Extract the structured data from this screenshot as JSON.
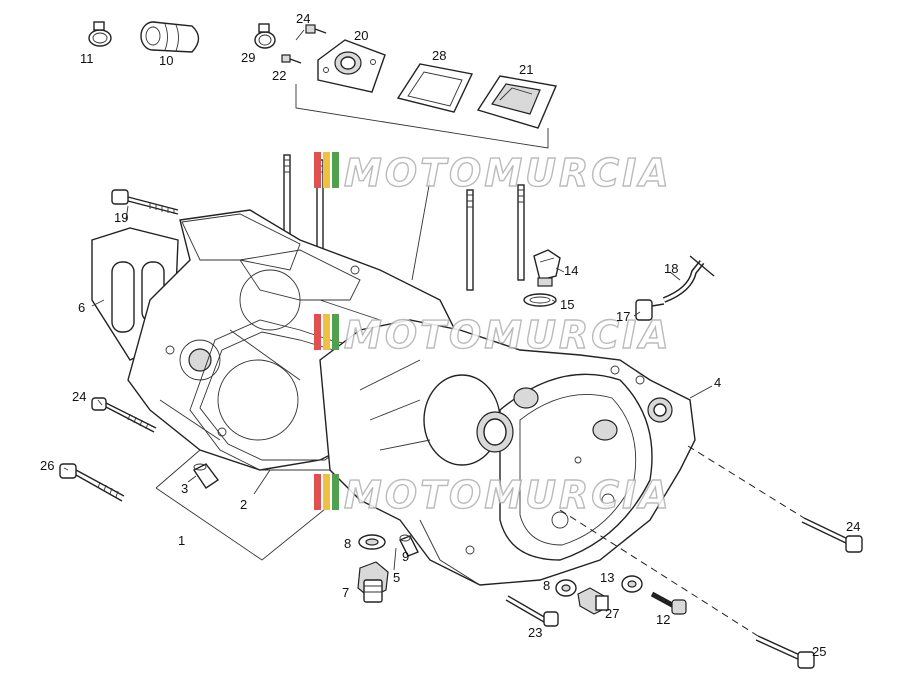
{
  "watermark": "MOTOMURCIA",
  "colors": {
    "ink": "#222222",
    "background": "#ffffff",
    "watermark_stripes": [
      "#e05050",
      "#f0c040",
      "#50a050"
    ]
  },
  "callouts": [
    {
      "id": "c1",
      "text": "1"
    },
    {
      "id": "c2",
      "text": "2"
    },
    {
      "id": "c3",
      "text": "3"
    },
    {
      "id": "c4",
      "text": "4"
    },
    {
      "id": "c5",
      "text": "5"
    },
    {
      "id": "c6",
      "text": "6"
    },
    {
      "id": "c7",
      "text": "7"
    },
    {
      "id": "c8a",
      "text": "8"
    },
    {
      "id": "c8b",
      "text": "8"
    },
    {
      "id": "c9",
      "text": "9"
    },
    {
      "id": "c10",
      "text": "10"
    },
    {
      "id": "c11",
      "text": "11"
    },
    {
      "id": "c12",
      "text": "12"
    },
    {
      "id": "c13",
      "text": "13"
    },
    {
      "id": "c14",
      "text": "14"
    },
    {
      "id": "c15",
      "text": "15"
    },
    {
      "id": "c17",
      "text": "17"
    },
    {
      "id": "c18",
      "text": "18"
    },
    {
      "id": "c19",
      "text": "19"
    },
    {
      "id": "c20",
      "text": "20"
    },
    {
      "id": "c21",
      "text": "21"
    },
    {
      "id": "c22",
      "text": "22"
    },
    {
      "id": "c23",
      "text": "23"
    },
    {
      "id": "c24a",
      "text": "24"
    },
    {
      "id": "c24b",
      "text": "24"
    },
    {
      "id": "c24c",
      "text": "24"
    },
    {
      "id": "c25",
      "text": "25"
    },
    {
      "id": "c26",
      "text": "26"
    },
    {
      "id": "c27",
      "text": "27"
    },
    {
      "id": "c28",
      "text": "28"
    },
    {
      "id": "c29",
      "text": "29"
    }
  ]
}
